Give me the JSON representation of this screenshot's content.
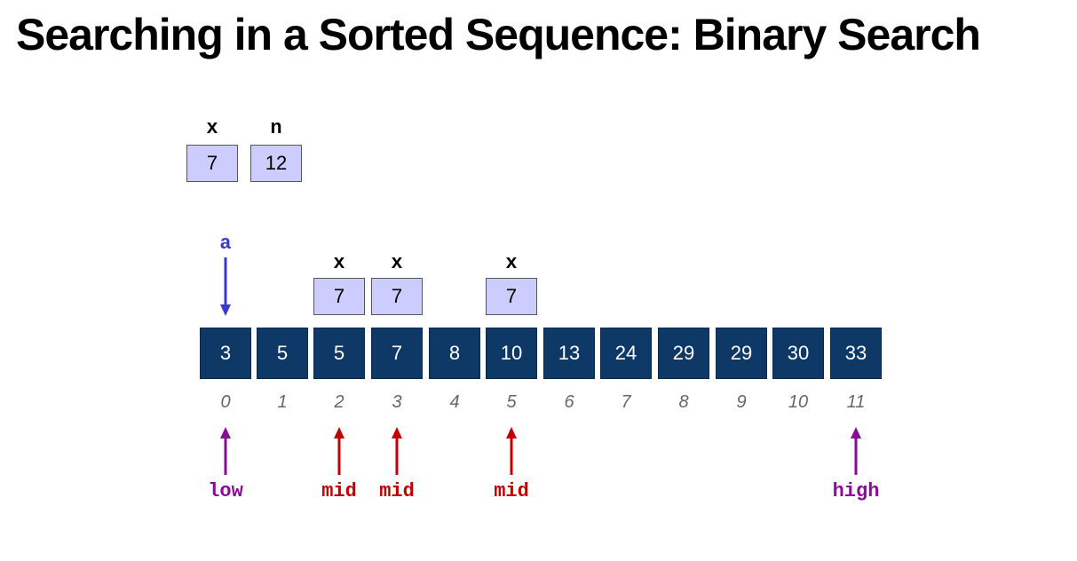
{
  "title": "Searching in a Sorted Sequence: Binary Search",
  "variables": [
    {
      "name": "x",
      "value": "7"
    },
    {
      "name": "n",
      "value": "12"
    }
  ],
  "array": {
    "pointer_label": "a",
    "values": [
      "3",
      "5",
      "5",
      "7",
      "8",
      "10",
      "13",
      "24",
      "29",
      "29",
      "30",
      "33"
    ],
    "indices": [
      "0",
      "1",
      "2",
      "3",
      "4",
      "5",
      "6",
      "7",
      "8",
      "9",
      "10",
      "11"
    ]
  },
  "comparisons": [
    {
      "label": "x",
      "value": "7"
    },
    {
      "label": "x",
      "value": "7"
    },
    {
      "label": "x",
      "value": "7"
    }
  ],
  "pointers": [
    {
      "label": "low",
      "color": "#8a0a9a"
    },
    {
      "label": "mid",
      "color": "#c00000"
    },
    {
      "label": "mid",
      "color": "#c00000"
    },
    {
      "label": "mid",
      "color": "#c00000"
    },
    {
      "label": "high",
      "color": "#8a0a9a"
    }
  ],
  "colors": {
    "array_cell": "#0e3866",
    "variable_box": "#ccccff",
    "pointer_a": "#3a3acc",
    "low_high": "#8a0a9a",
    "mid": "#c00000",
    "index_text": "#666666"
  }
}
